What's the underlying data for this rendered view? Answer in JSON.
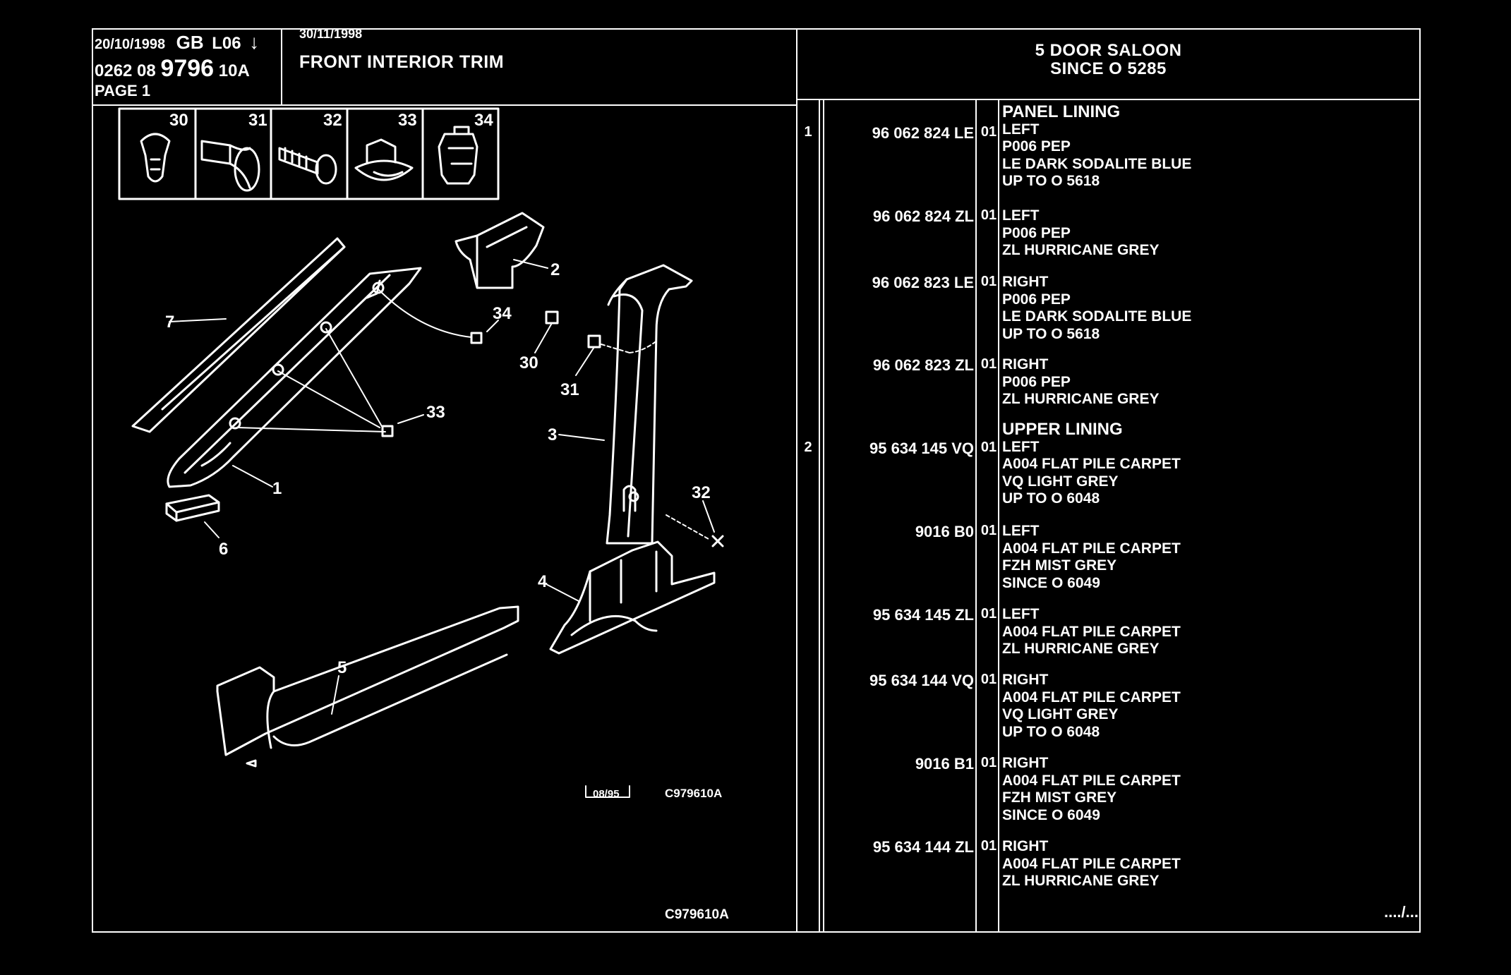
{
  "header": {
    "date1": "20/10/1998",
    "region": "GB",
    "code": "L06",
    "catalog_prefix": "0262 08",
    "catalog_number": "9796",
    "catalog_suffix": "10A",
    "page": "PAGE 1",
    "date2": "30/11/1998",
    "title": "FRONT INTERIOR TRIM",
    "model_line1": "5 DOOR SALOON",
    "model_line2": "SINCE O 5285"
  },
  "fasteners": [
    "30",
    "31",
    "32",
    "33",
    "34"
  ],
  "diagram": {
    "callouts": [
      "1",
      "2",
      "3",
      "4",
      "5",
      "6",
      "7",
      "30",
      "31",
      "32",
      "33",
      "34"
    ],
    "stamp_date": "08/95",
    "stamp_ref": "C979610A",
    "footer_ref": "C979610A"
  },
  "parts": [
    {
      "ref": "1",
      "part_no": "96 062 824 LE",
      "qty": "01",
      "title": "PANEL LINING",
      "lines": [
        "LEFT",
        "P006 PEP",
        "LE DARK SODALITE BLUE",
        "UP TO O 5618"
      ]
    },
    {
      "ref": "",
      "part_no": "96 062 824 ZL",
      "qty": "01",
      "title": "",
      "lines": [
        "LEFT",
        "P006 PEP",
        "ZL HURRICANE GREY"
      ]
    },
    {
      "ref": "",
      "part_no": "96 062 823 LE",
      "qty": "01",
      "title": "",
      "lines": [
        "RIGHT",
        "P006 PEP",
        "LE DARK SODALITE BLUE",
        "UP TO O 5618"
      ]
    },
    {
      "ref": "",
      "part_no": "96 062 823 ZL",
      "qty": "01",
      "title": "",
      "lines": [
        "RIGHT",
        "P006 PEP",
        "ZL HURRICANE GREY"
      ]
    },
    {
      "ref": "2",
      "part_no": "95 634 145 VQ",
      "qty": "01",
      "title": "UPPER LINING",
      "lines": [
        "LEFT",
        "A004 FLAT PILE CARPET",
        "VQ LIGHT GREY",
        "UP TO O 6048"
      ]
    },
    {
      "ref": "",
      "part_no": "9016 B0",
      "qty": "01",
      "title": "",
      "lines": [
        "LEFT",
        "A004 FLAT PILE CARPET",
        "FZH MIST GREY",
        "SINCE O 6049"
      ]
    },
    {
      "ref": "",
      "part_no": "95 634 145 ZL",
      "qty": "01",
      "title": "",
      "lines": [
        "LEFT",
        "A004 FLAT PILE CARPET",
        "ZL HURRICANE GREY"
      ]
    },
    {
      "ref": "",
      "part_no": "95 634 144 VQ",
      "qty": "01",
      "title": "",
      "lines": [
        "RIGHT",
        "A004 FLAT PILE CARPET",
        "VQ LIGHT GREY",
        "UP TO O 6048"
      ]
    },
    {
      "ref": "",
      "part_no": "9016 B1",
      "qty": "01",
      "title": "",
      "lines": [
        "RIGHT",
        "A004 FLAT PILE CARPET",
        "FZH MIST GREY",
        "SINCE O 6049"
      ]
    },
    {
      "ref": "",
      "part_no": "95 634 144 ZL",
      "qty": "01",
      "title": "",
      "lines": [
        "RIGHT",
        "A004 FLAT PILE CARPET",
        "ZL HURRICANE GREY"
      ]
    }
  ],
  "continuation": "..../..."
}
